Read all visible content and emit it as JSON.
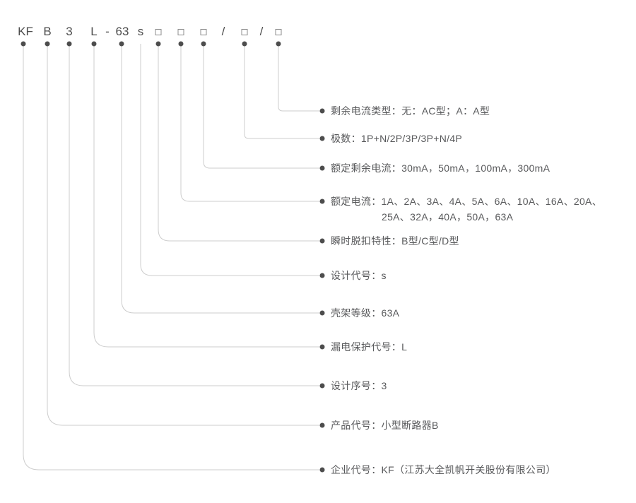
{
  "model_code": {
    "tokens": [
      {
        "text": "KF",
        "kind": "code"
      },
      {
        "text": "B",
        "kind": "code"
      },
      {
        "text": "3",
        "kind": "code"
      },
      {
        "text": "L",
        "kind": "code"
      },
      {
        "text": "-",
        "kind": "separator"
      },
      {
        "text": "63",
        "kind": "code"
      },
      {
        "text": "s",
        "kind": "code"
      },
      {
        "text": "",
        "kind": "box"
      },
      {
        "text": "",
        "kind": "box"
      },
      {
        "text": "",
        "kind": "box"
      },
      {
        "text": "/",
        "kind": "separator"
      },
      {
        "text": "",
        "kind": "box"
      },
      {
        "text": "/",
        "kind": "separator"
      },
      {
        "text": "",
        "kind": "box"
      }
    ]
  },
  "legend_rows": [
    {
      "lines": [
        "剩余电流类型：无：AC型；A：A型"
      ]
    },
    {
      "lines": [
        "极数：1P+N/2P/3P/3P+N/4P"
      ]
    },
    {
      "lines": [
        "额定剩余电流：30mA，50mA，100mA，300mA"
      ]
    },
    {
      "lines": [
        "额定电流：1A、2A、3A、4A、5A、6A、10A、16A、20A、",
        "25A、32A，40A，50A，63A"
      ]
    },
    {
      "lines": [
        "瞬时脱扣特性：B型/C型/D型"
      ]
    },
    {
      "lines": [
        "设计代号：s"
      ]
    },
    {
      "lines": [
        "壳架等级：63A"
      ]
    },
    {
      "lines": [
        "漏电保护代号：L"
      ]
    },
    {
      "lines": [
        "设计序号：3"
      ]
    },
    {
      "lines": [
        "产品代号：小型断路器B"
      ]
    },
    {
      "lines": [
        "企业代号：KF（江苏大全凯帆开关股份有限公司）"
      ]
    }
  ],
  "colors": {
    "leader_line": "#cdcdcd",
    "dot": "#4d4d4d",
    "code_text": "#4d4d4d",
    "label_text": "#58595b",
    "box_border": "#8c8c8c"
  }
}
